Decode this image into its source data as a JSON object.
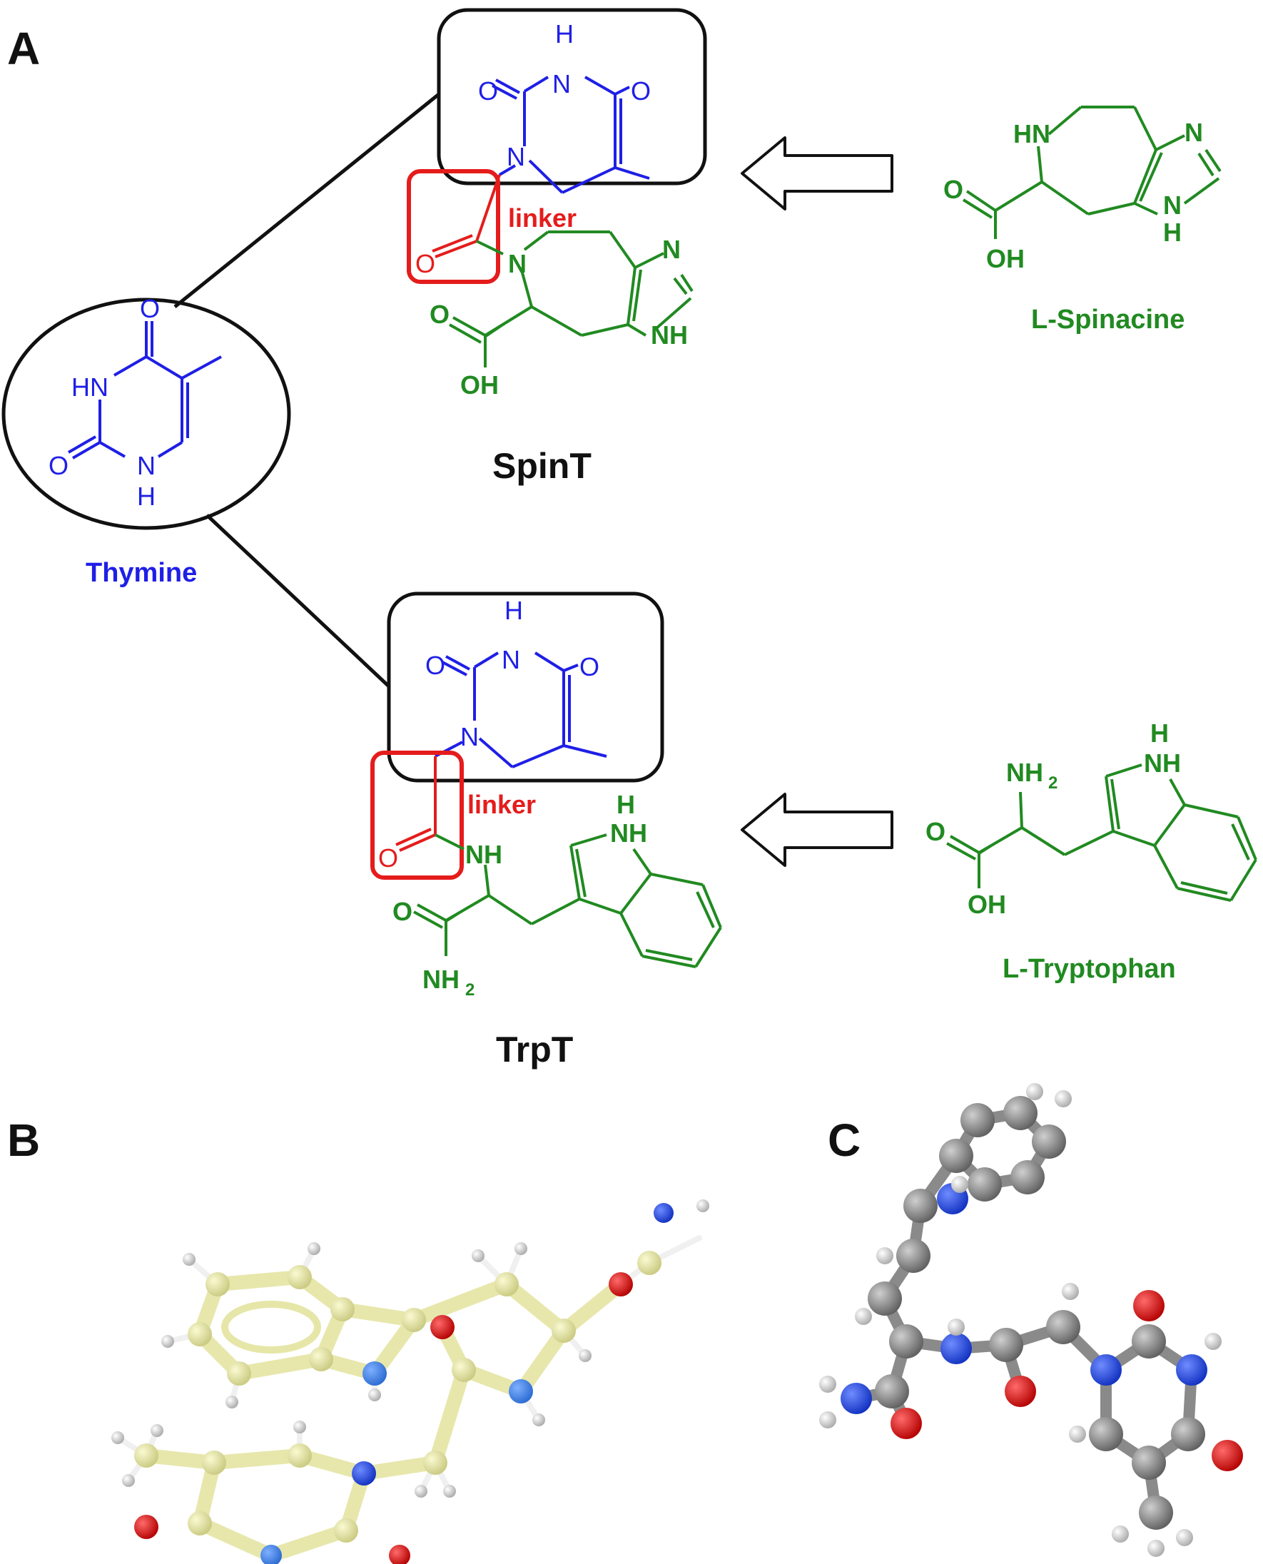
{
  "panels": {
    "a": "A",
    "b": "B",
    "c": "C"
  },
  "labels": {
    "thymine": "Thymine",
    "spint": "SpinT",
    "trpt": "TrpT",
    "spinacine": "L-Spinacine",
    "tryptophan": "L-Tryptophan",
    "linker": "linker"
  },
  "atoms": {
    "O": "O",
    "N": "N",
    "H": "H",
    "HN": "HN",
    "NH_right": "NH",
    "NH": "NH",
    "OH": "OH",
    "sub2": "2"
  },
  "colors": {
    "thymine": "#1f1fe6",
    "amino_acid": "#218a21",
    "linker": "#e51c1c",
    "outline": "#111111"
  }
}
